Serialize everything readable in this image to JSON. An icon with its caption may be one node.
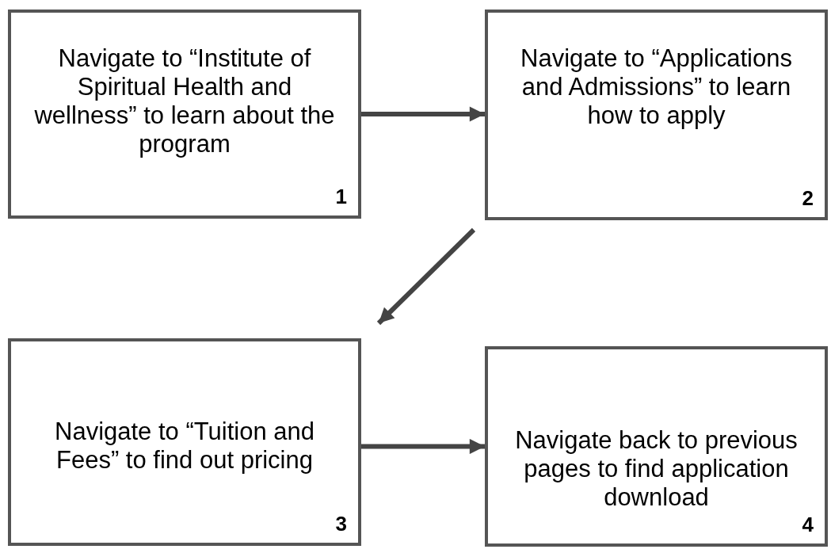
{
  "diagram": {
    "nodes": [
      {
        "text": [
          "Navigate to “Institute of Spiritual Health and wellness” to learn about the program",
          "1"
        ]
      },
      {
        "text": [
          "Navigate to “Applications and Admissions” to learn how to apply",
          "2"
        ]
      },
      {
        "text": [
          "Navigate to “Tuition and Fees” to find out pricing",
          "3"
        ]
      },
      {
        "text": [
          "Navigate back to previous pages to find application download",
          "4"
        ]
      }
    ],
    "edges": [
      {
        "from": 0,
        "to": 1,
        "arrow": "to"
      },
      {
        "from": 1,
        "to": 2,
        "arrow": "to"
      },
      {
        "from": 2,
        "to": 3,
        "arrow": "to"
      }
    ]
  }
}
